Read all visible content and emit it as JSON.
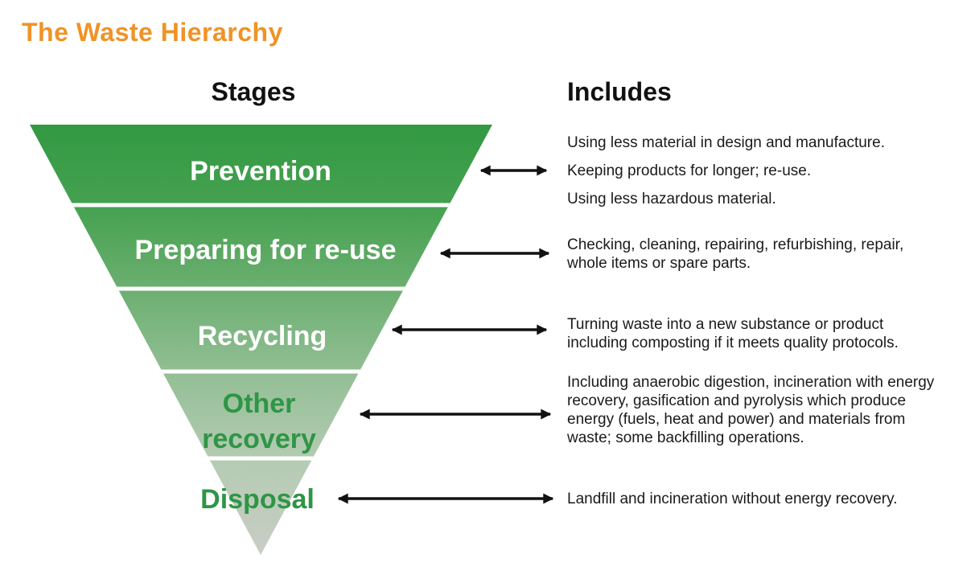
{
  "title": "The Waste Hierarchy",
  "columns": {
    "stages": "Stages",
    "includes": "Includes"
  },
  "stages": [
    {
      "label": "Prevention",
      "label_color": "#FFFFFF",
      "includes": [
        "Using less material in design and manufacture.",
        "Keeping products for longer; re-use.",
        "Using less hazardous material."
      ]
    },
    {
      "label": "Preparing for re-use",
      "label_color": "#FFFFFF",
      "includes": [
        "Checking, cleaning, repairing, refurbishing, repair, whole items or spare parts."
      ]
    },
    {
      "label": "Recycling",
      "label_color": "#FFFFFF",
      "includes": [
        "Turning waste into a new substance or product including composting if it meets quality protocols."
      ]
    },
    {
      "label": "Other recovery",
      "label_color": "#2F9546",
      "includes": [
        "Including anaerobic digestion, incineration with energy recovery, gasification and pyrolysis which produce energy (fuels, heat and power) and materials from waste; some backfilling operations."
      ]
    },
    {
      "label": "Disposal",
      "label_color": "#2F9546",
      "includes": [
        "Landfill and incineration without energy recovery."
      ]
    }
  ],
  "colors": {
    "title_orange": "#EF9327",
    "funnel_top_green": "#339942",
    "funnel_mid_green": "#6BAF70",
    "funnel_low_green": "#92BE94",
    "funnel_tip_gray": "#C9CDC5",
    "divider_white": "#FFFFFF",
    "arrow_black": "#121212",
    "header_black": "#111111"
  }
}
